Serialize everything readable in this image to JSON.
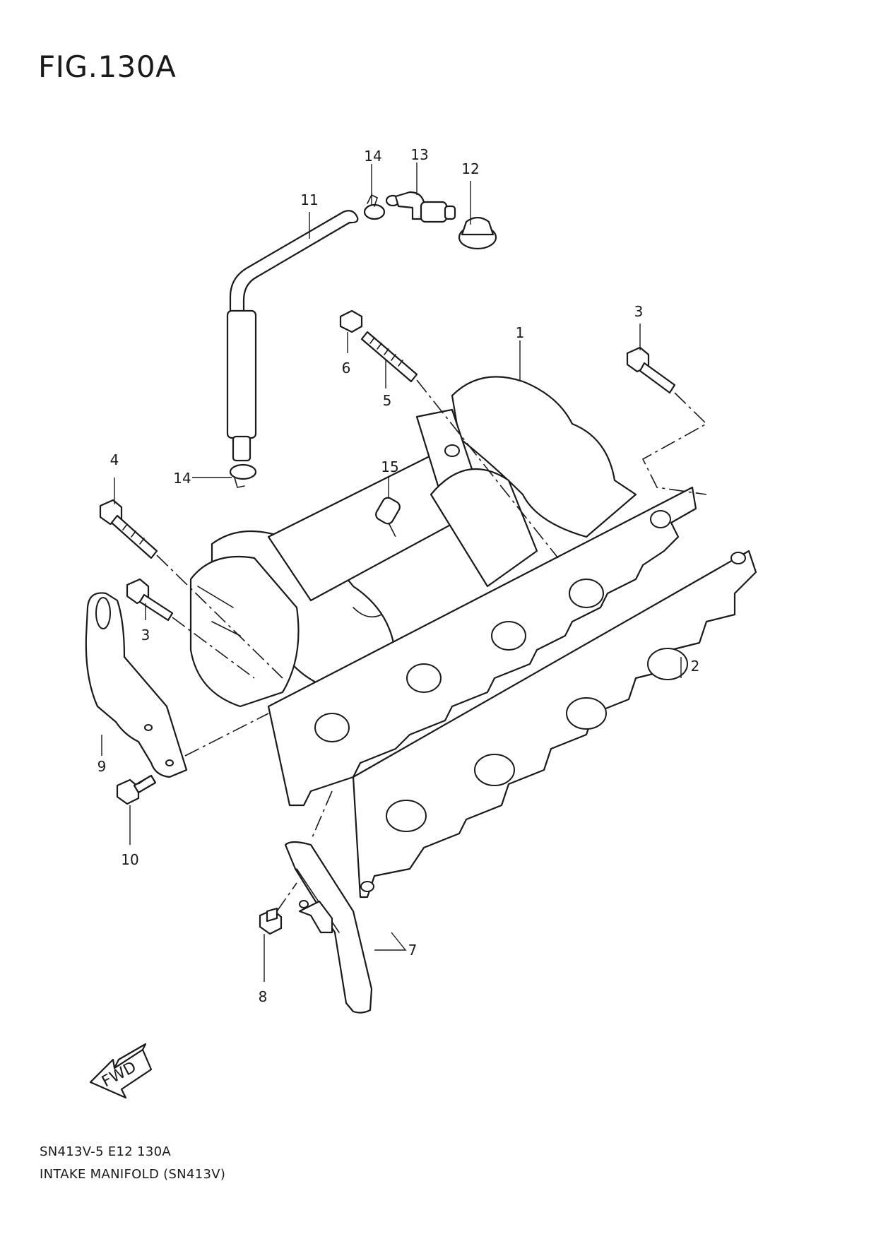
{
  "figure": {
    "title": "FIG.130A"
  },
  "footer": {
    "code": "SN413V-5 E12 130A",
    "caption": "INTAKE MANIFOLD (SN413V)"
  },
  "direction": {
    "label": "FWD"
  },
  "callouts": [
    {
      "id": "c1",
      "label": "1"
    },
    {
      "id": "c2",
      "label": "2"
    },
    {
      "id": "c3a",
      "label": "3"
    },
    {
      "id": "c3b",
      "label": "3"
    },
    {
      "id": "c4",
      "label": "4"
    },
    {
      "id": "c5",
      "label": "5"
    },
    {
      "id": "c6",
      "label": "6"
    },
    {
      "id": "c7",
      "label": "7"
    },
    {
      "id": "c8",
      "label": "8"
    },
    {
      "id": "c9",
      "label": "9"
    },
    {
      "id": "c10",
      "label": "10"
    },
    {
      "id": "c11",
      "label": "11"
    },
    {
      "id": "c12",
      "label": "12"
    },
    {
      "id": "c13",
      "label": "13"
    },
    {
      "id": "c14a",
      "label": "14"
    },
    {
      "id": "c14b",
      "label": "14"
    },
    {
      "id": "c15",
      "label": "15"
    }
  ]
}
